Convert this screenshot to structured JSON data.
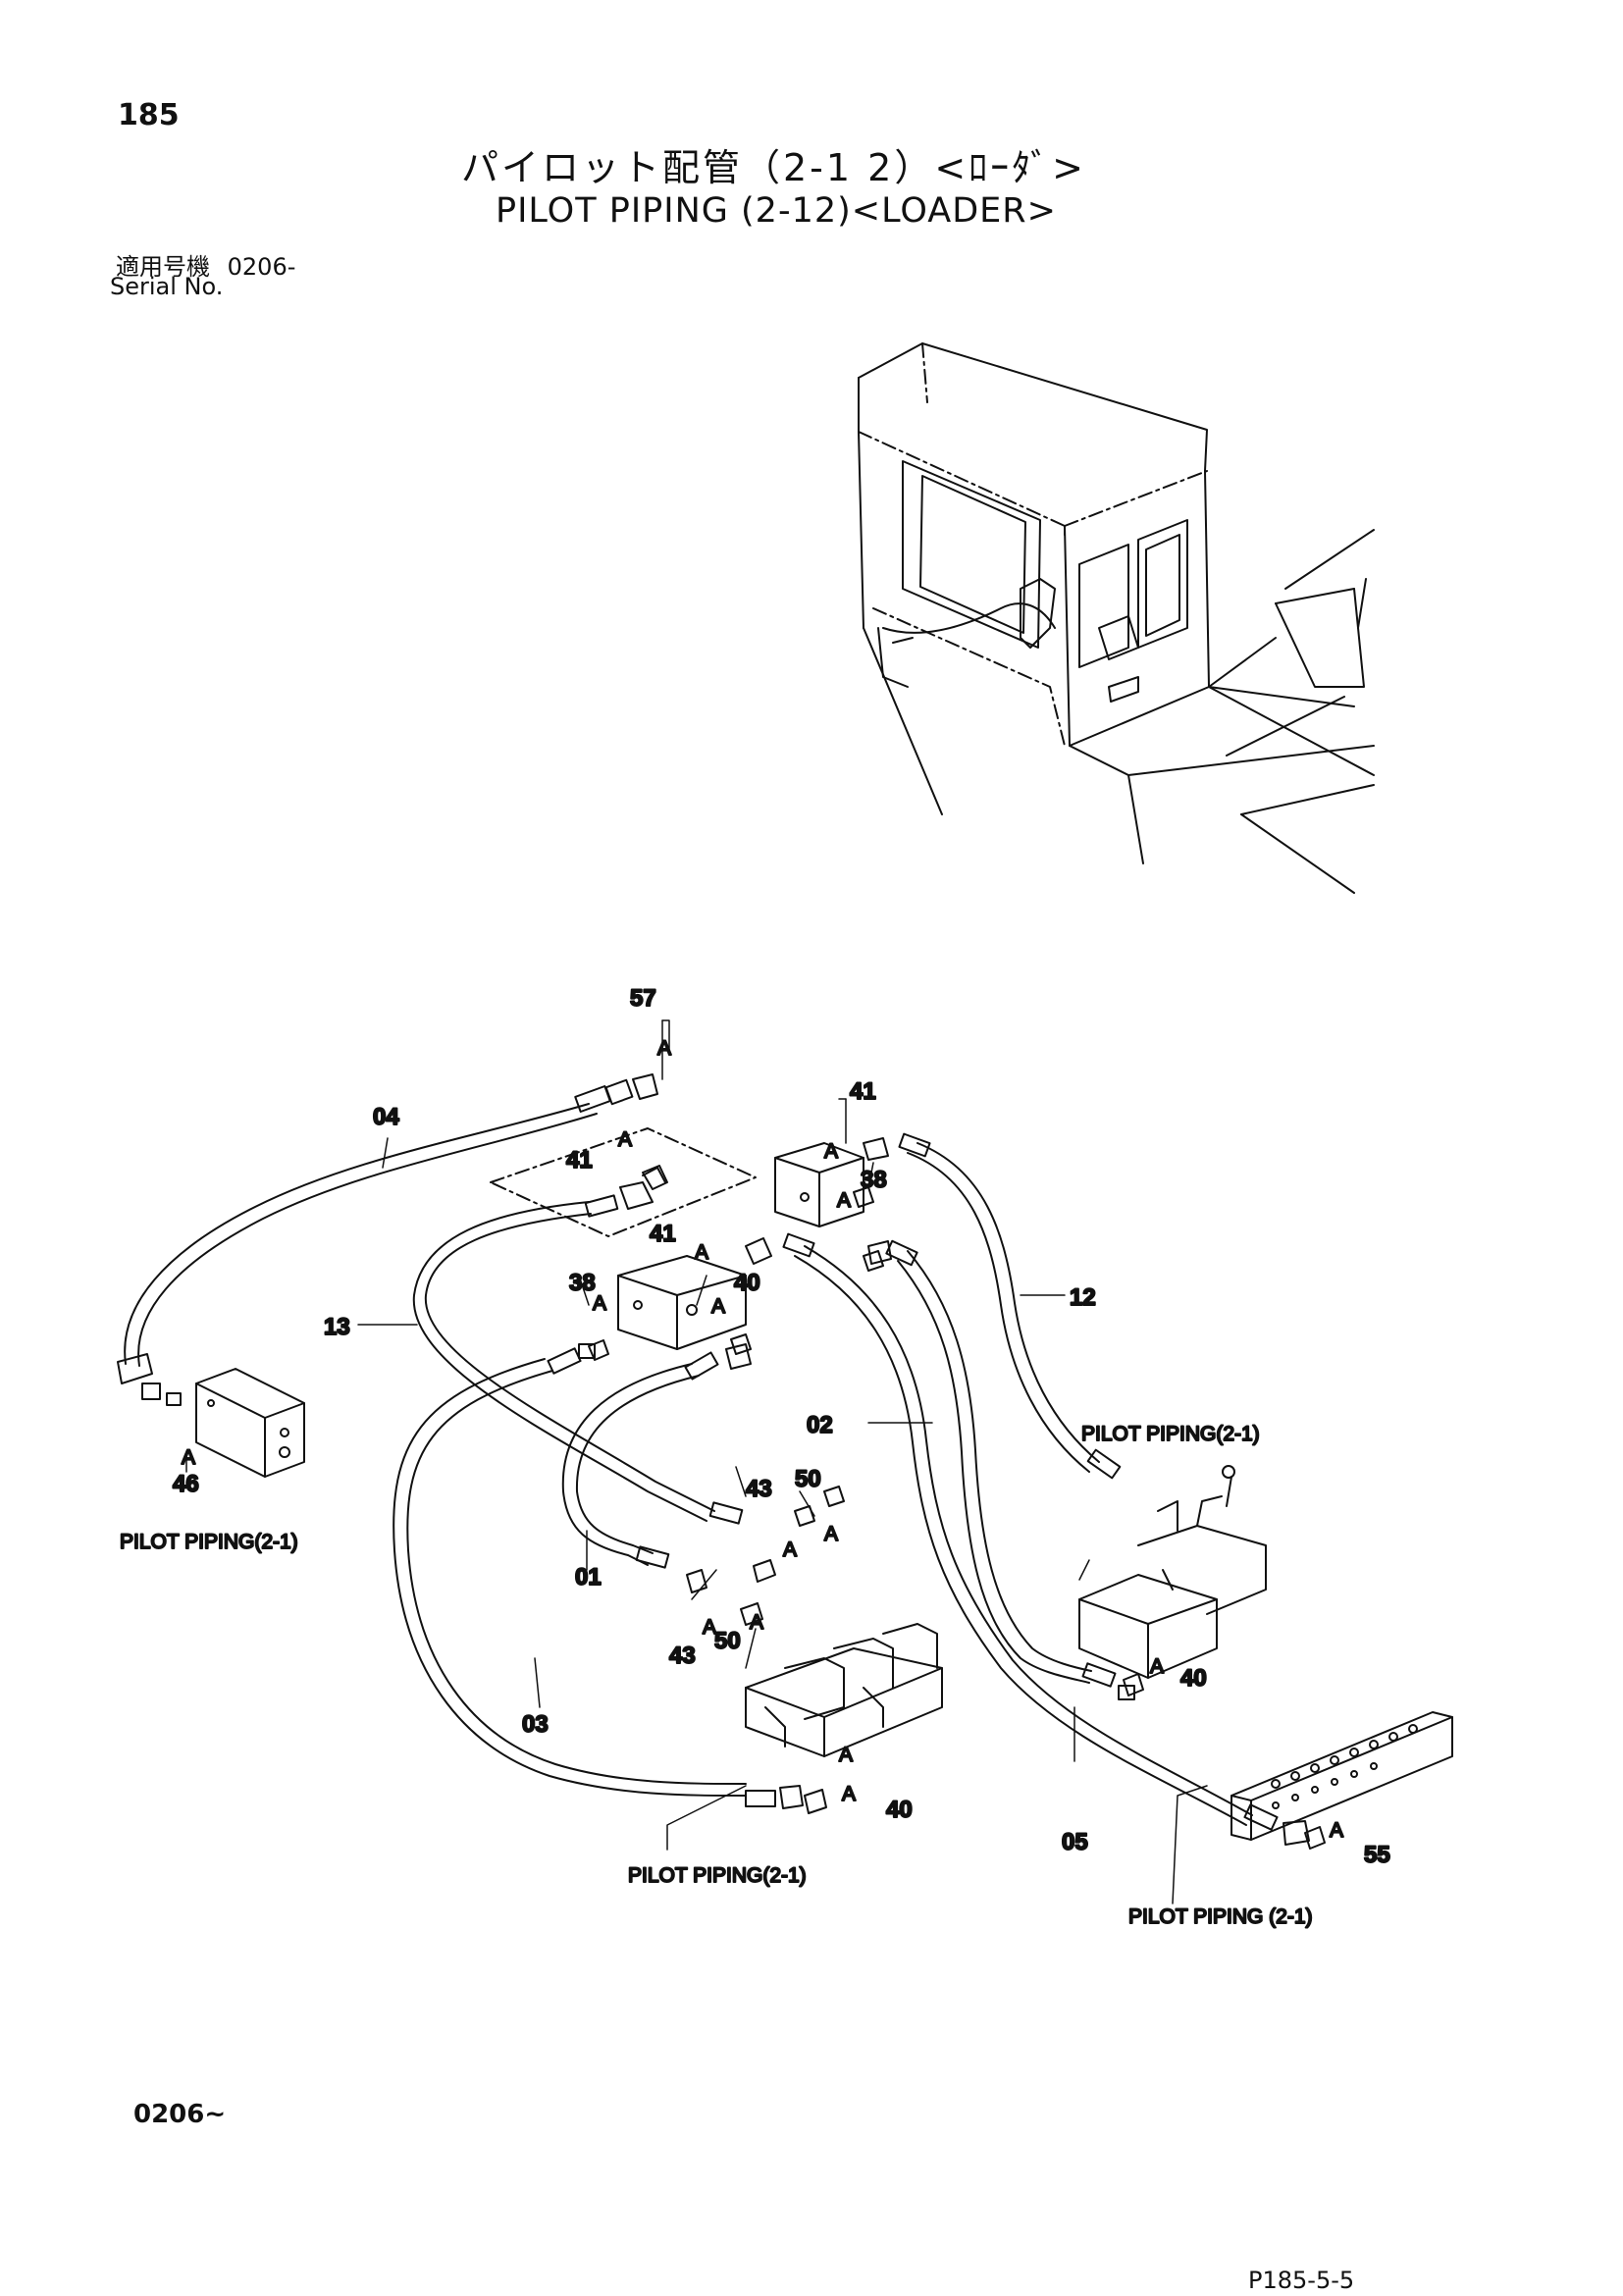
{
  "header": {
    "page_number": "185",
    "title_jp": "パイロット配管（2-1 2）<ﾛｰﾀﾞ>",
    "title_en": "PILOT PIPING (2-12)<LOADER>",
    "serial_label_jp": "適用号機",
    "serial_value": "0206-",
    "serial_label_en": "Serial No."
  },
  "callouts": {
    "c57": "57",
    "c04": "04",
    "c41a": "41",
    "c41b": "41",
    "c41c": "41",
    "c38a": "38",
    "c38b": "38",
    "c40a": "40",
    "c13": "13",
    "c12": "12",
    "c02": "02",
    "c46": "46",
    "c43a": "43",
    "c43b": "43",
    "c50a": "50",
    "c50b": "50",
    "c01": "01",
    "c03": "03",
    "c40b": "40",
    "c40c": "40",
    "c05": "05",
    "c55": "55"
  },
  "detail_marks": {
    "a1": "A",
    "a2": "A",
    "a3": "A",
    "a4": "A",
    "a5": "A",
    "a6": "A",
    "a7": "A",
    "a8": "A",
    "a9": "A",
    "a10": "A",
    "a11": "A",
    "a12": "A",
    "a13": "A",
    "a14": "A",
    "a15": "A",
    "a16": "A"
  },
  "references": {
    "ref_left": "PILOT PIPING(2-1)",
    "ref_right_valve": "PILOT PIPING(2-1)",
    "ref_bottom_center": "PILOT PIPING(2-1)",
    "ref_bottom_right": "PILOT PIPING (2-1)"
  },
  "footer": {
    "serial_range": "0206~",
    "page_ref": "P185-5-5"
  }
}
